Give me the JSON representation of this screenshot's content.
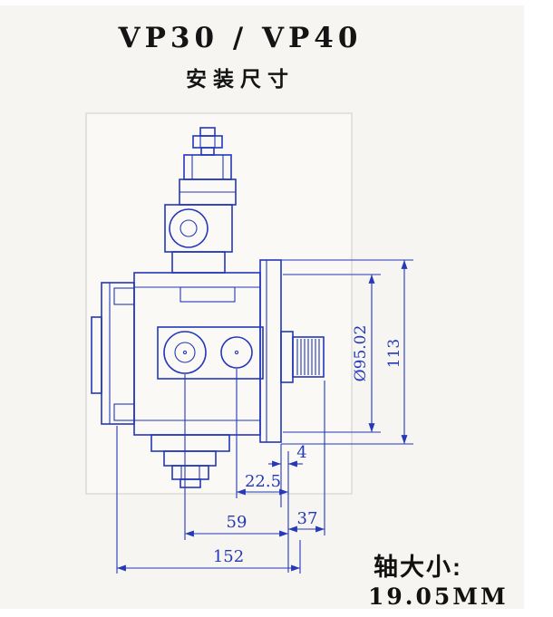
{
  "title": "VP30 / VP40",
  "subtitle": "安装尺寸",
  "dimensions": {
    "diameter": "Ø95.02",
    "overall_height": "113",
    "flange_offset": "4",
    "port_offset": "22.5",
    "body_width": "59",
    "shaft_length": "37",
    "overall_width": "152"
  },
  "footer": {
    "shaft_label": "轴大小:",
    "shaft_size": "19.05MM"
  },
  "colors": {
    "line": "#2438b8",
    "background": "#f6f5f1",
    "text": "#111111"
  }
}
